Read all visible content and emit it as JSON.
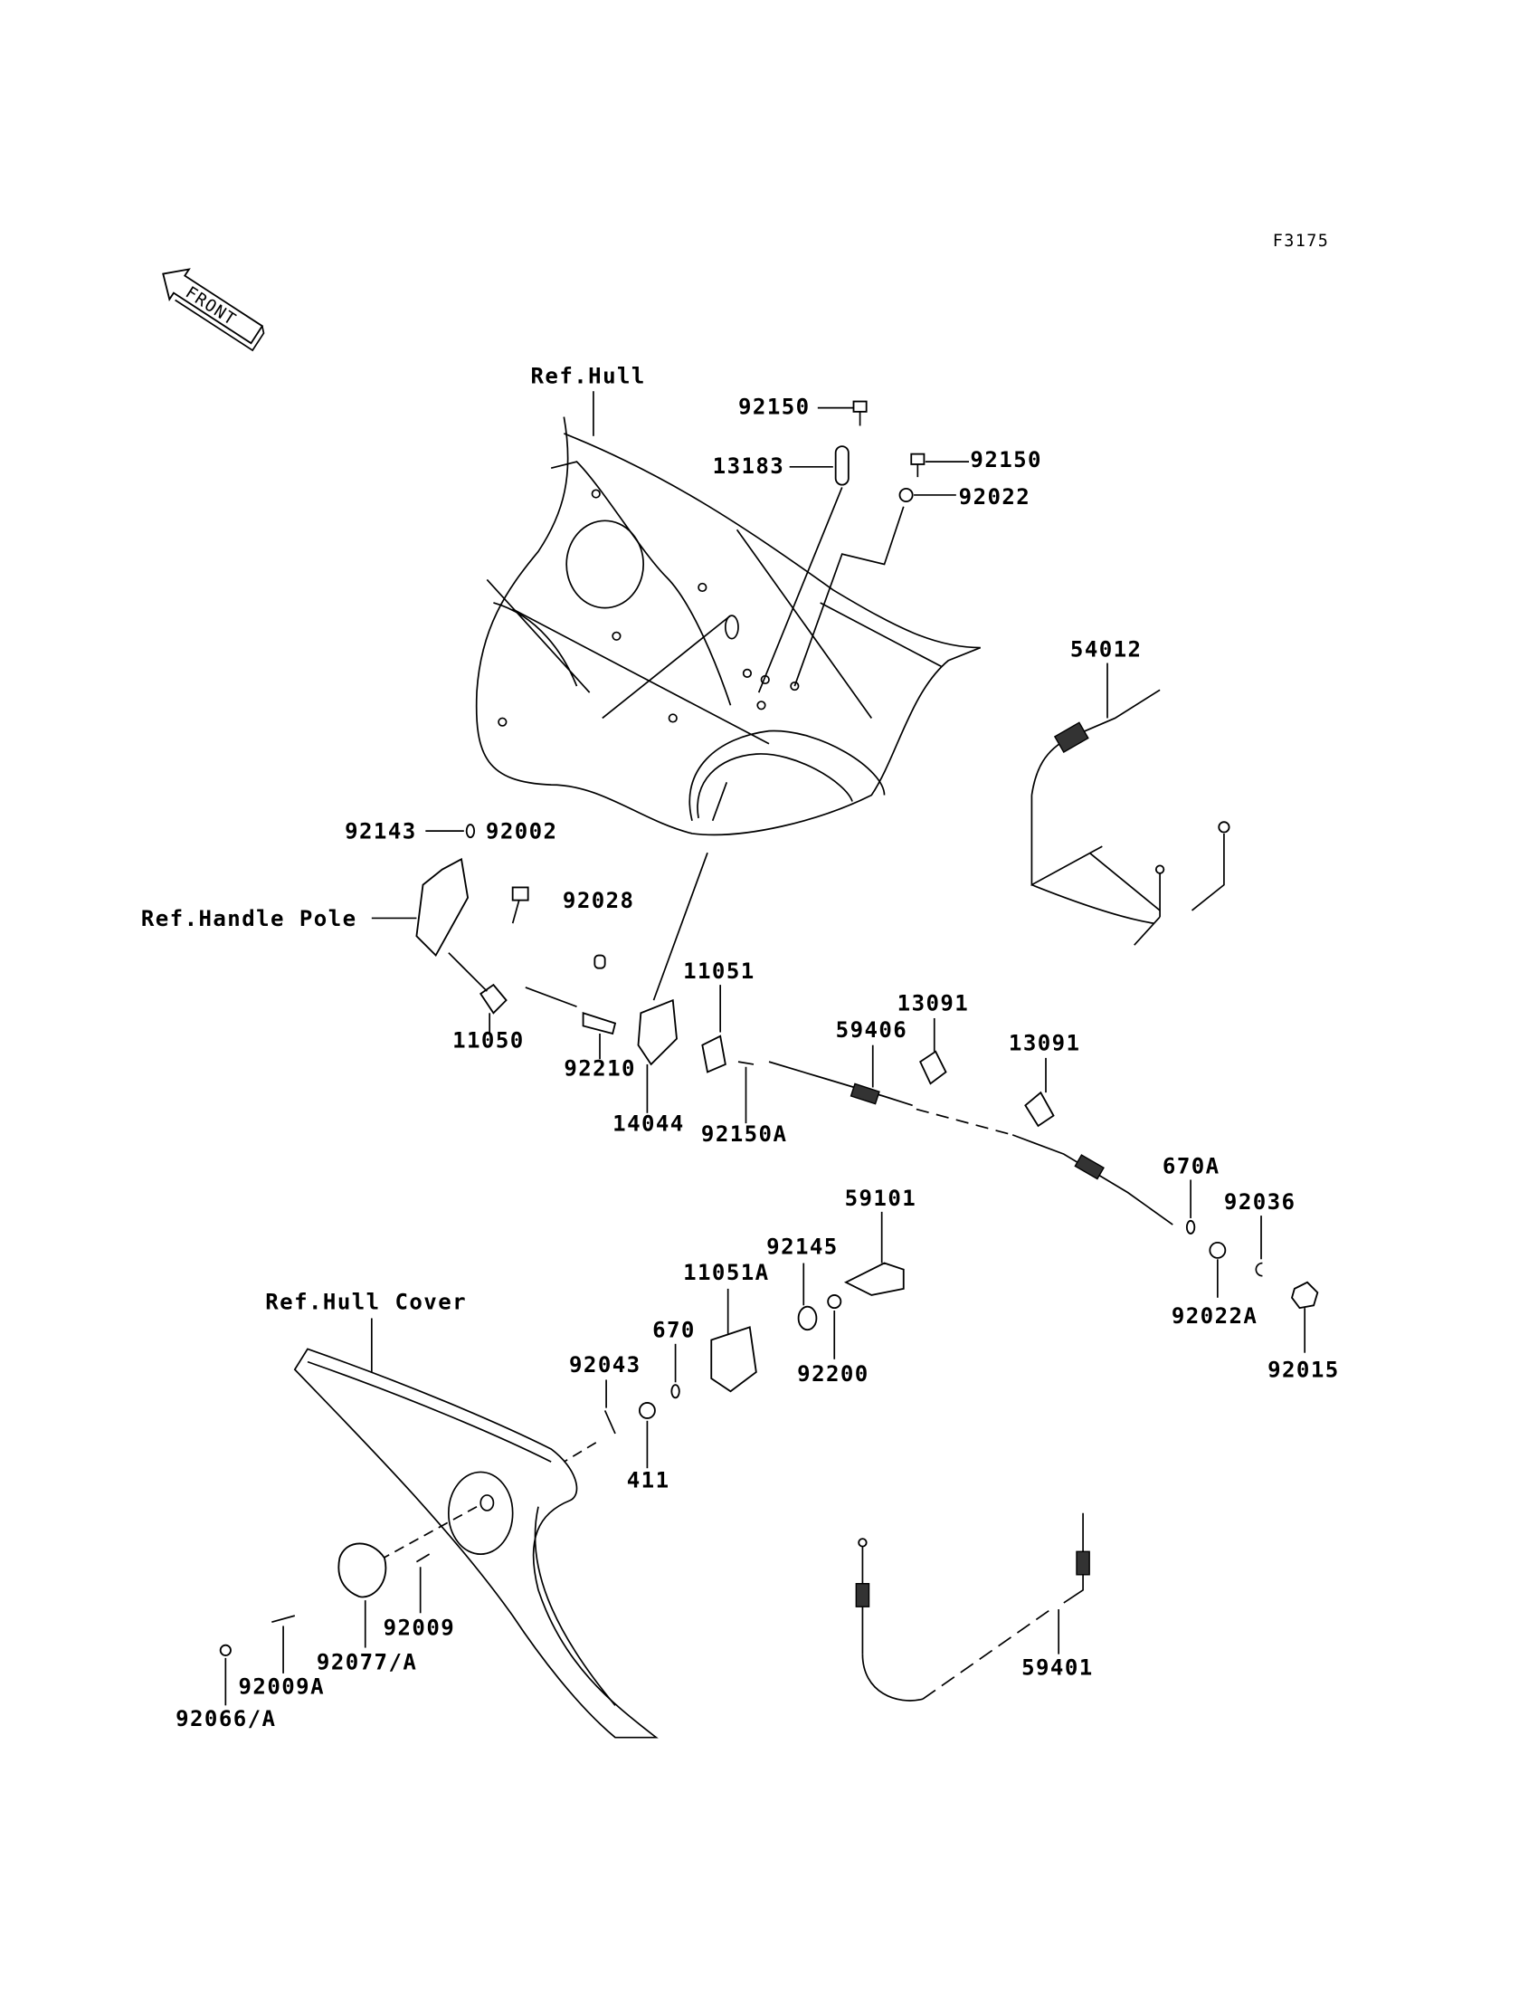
{
  "figure_code": "F3175",
  "front_arrow": "FRONT",
  "references": {
    "hull": "Ref.Hull",
    "handle_pole": "Ref.Handle Pole",
    "hull_cover": "Ref.Hull Cover"
  },
  "parts": [
    "92150",
    "13183",
    "92150",
    "92022",
    "54012",
    "92143",
    "92002",
    "92028",
    "11051",
    "13091",
    "59406",
    "13091",
    "11050",
    "92210",
    "14044",
    "92150A",
    "670A",
    "92036",
    "59101",
    "92145",
    "11051A",
    "670",
    "92022A",
    "92200",
    "92015",
    "92043",
    "411",
    "92009",
    "92077/A",
    "92009A",
    "59401",
    "92066/A"
  ]
}
